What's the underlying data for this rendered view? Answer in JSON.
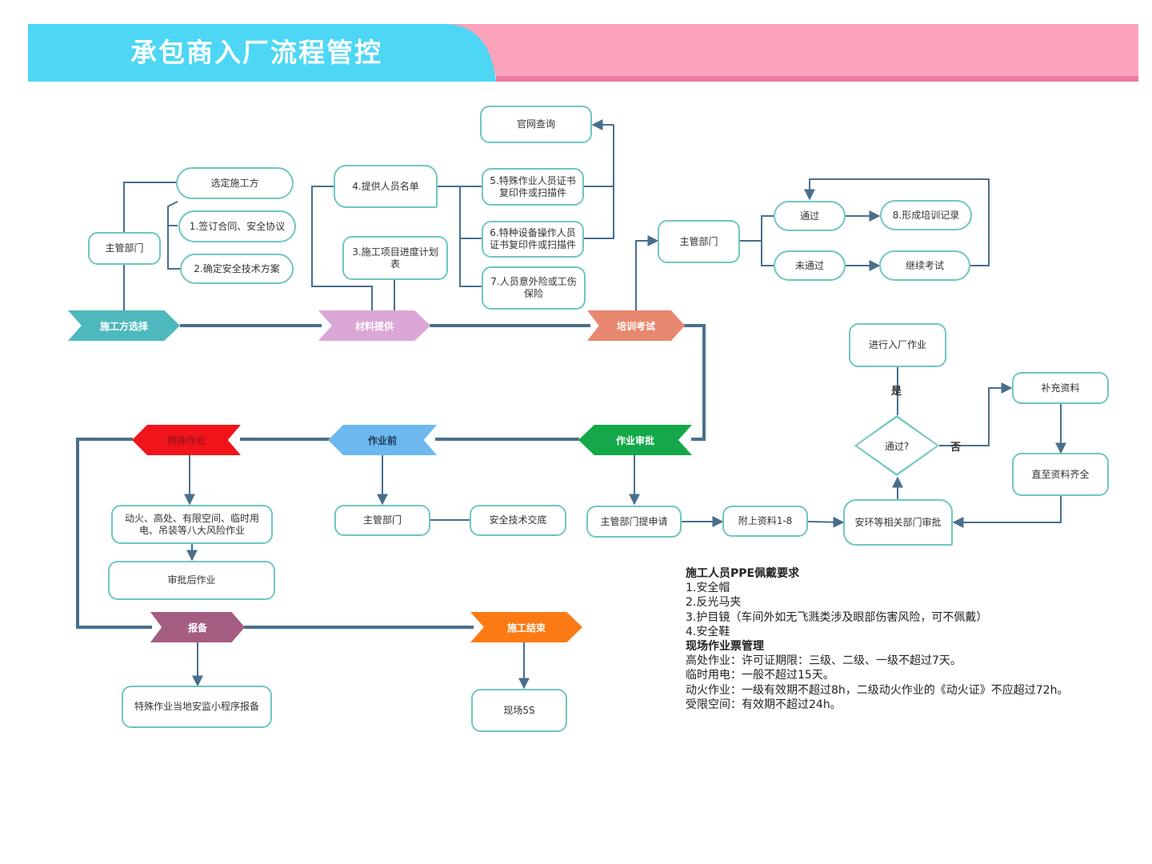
{
  "header": {
    "title": "承包商入厂流程管控",
    "colors": {
      "left_band": "#4dd7f5",
      "right_band": "#fca3bc",
      "underline": "#f07aa0"
    }
  },
  "stages": {
    "contractor_selection": {
      "label": "施工方选择",
      "color": "#4db8bd"
    },
    "material_supply": {
      "label": "材料提供",
      "color": "#dba7d6"
    },
    "training_exam": {
      "label": "培训考试",
      "color": "#e8876f"
    },
    "work_approval": {
      "label": "作业审批",
      "color": "#14a84a"
    },
    "pre_work": {
      "label": "作业前",
      "color": "#6cb8ef"
    },
    "special_work": {
      "label": "特殊作业",
      "color": "#f0151a"
    },
    "filing": {
      "label": "报备",
      "color": "#a55d82"
    },
    "construction_end": {
      "label": "施工结束",
      "color": "#fb7a13"
    }
  },
  "nodes": {
    "dept_a": "主管部门",
    "select_contractor": "选定施工方",
    "sign_contract": "1.签订合同、安全协议",
    "safety_plan": "2.确定安全技术方案",
    "personnel_list": "4.提供人员名单",
    "schedule": "3.施工项目进度计划表",
    "official_check": "官网查询",
    "special_cert": "5.特殊作业人员证书复印件或扫描件",
    "equip_cert": "6.特种设备操作人员证书复印件或扫描件",
    "insurance": "7.人员意外险或工伤保险",
    "dept_b": "主管部门",
    "pass": "通过",
    "fail": "未通过",
    "training_record": "8.形成培训记录",
    "retake": "继续考试",
    "enter_work": "进行入厂作业",
    "decision": "通过?",
    "decision_yes": "是",
    "decision_no": "否",
    "supplement": "补充资料",
    "complete": "直至资料齐全",
    "env_approval": "安环等相关部门审批",
    "attach": "附上资料1-8",
    "dept_apply": "主管部门提申请",
    "dept_c": "主管部门",
    "safety_brief": "安全技术交底",
    "eight_risks": "动火、高处、有限空间、临时用电、吊装等八大风险作业",
    "approved_work": "审批后作业",
    "mini_program": "特殊作业当地安监小程序报备",
    "site_5s": "现场5S"
  },
  "notes": {
    "ppe_title": "施工人员PPE佩戴要求",
    "ppe_items": [
      "1.安全帽",
      "2.反光马夹",
      "3.护目镜（车间外如无飞溅类涉及眼部伤害风险，可不佩戴）",
      "4.安全鞋"
    ],
    "permit_title": "现场作业票管理",
    "permit_items": [
      "高处作业：许可证期限：三级、二级、一级不超过7天。",
      "临时用电：一般不超过15天。",
      "动火作业：一级有效期不超过8h，二级动火作业的《动火证》不应超过72h。",
      "受限空间：有效期不超过24h。"
    ]
  },
  "style": {
    "node_border": "#6fc7c0",
    "connector": "#4a6f8c"
  }
}
